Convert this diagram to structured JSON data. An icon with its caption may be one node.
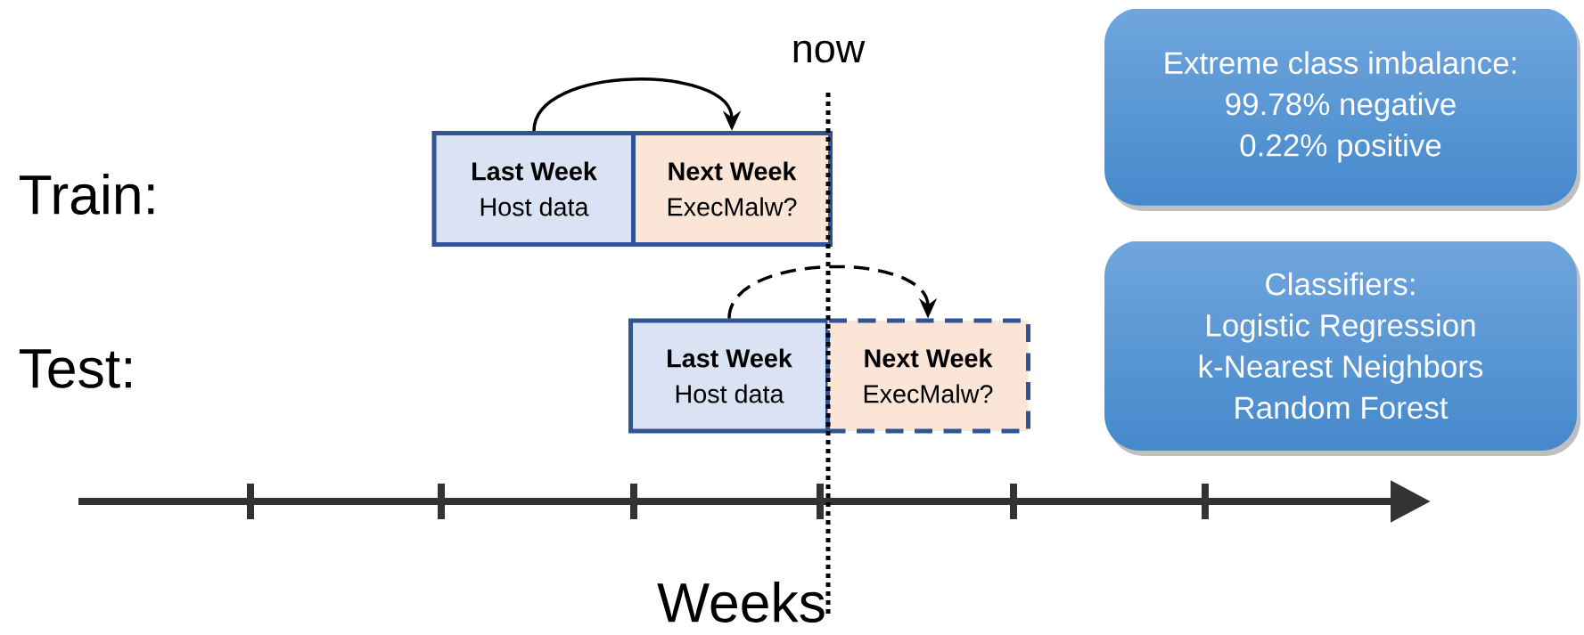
{
  "diagram": {
    "nodes": [
      {
        "text": [
          "Last Week",
          "Host data"
        ]
      },
      {
        "text": [
          "Next Week",
          "ExecMalw?"
        ]
      },
      {
        "text": [
          "Last Week",
          "Host data"
        ]
      },
      {
        "text": [
          "Next Week",
          "ExecMalw?"
        ]
      },
      {
        "text": [
          "Extreme class imbalance:",
          "99.78% negative",
          "0.22% positive"
        ]
      },
      {
        "text": [
          "Classifiers:",
          "Logistic Regression",
          "k-Nearest Neighbors",
          "Random Forest"
        ]
      }
    ],
    "edges": [
      {
        "from": 0,
        "to": 1,
        "arrow": "to"
      },
      {
        "from": 2,
        "to": 3,
        "arrow": "to",
        "style": "dashed"
      }
    ],
    "labels": [
      "now",
      "Train:",
      "Test:",
      "Weeks"
    ]
  }
}
